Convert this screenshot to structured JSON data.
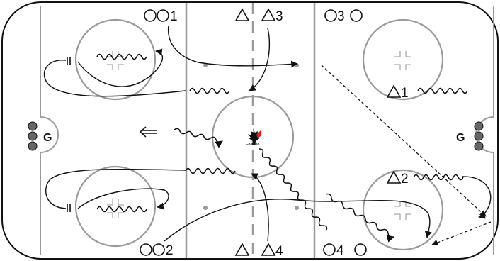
{
  "diagram": {
    "players": {
      "top_left_circles_label": "1",
      "bottom_left_circles_label": "2",
      "top_center_triangles_label": "3",
      "bottom_center_triangles_label": "4",
      "top_right_circle_label": "3",
      "bottom_right_circle_label": "4",
      "right_top_triangle_label": "1",
      "right_bottom_triangle_label": "2"
    },
    "goalies": {
      "left": "G",
      "right": "G"
    },
    "logo_text": "CANADA",
    "colors": {
      "ink": "#111111",
      "rink_lines": "#9a9a9a",
      "logo_red": "#d21f2b"
    },
    "icons": [
      "player-circle-icon",
      "player-triangle-icon",
      "goalie-icon",
      "left-arrow-icon",
      "puck-stack-icon",
      "maple-leaf-logo"
    ]
  }
}
